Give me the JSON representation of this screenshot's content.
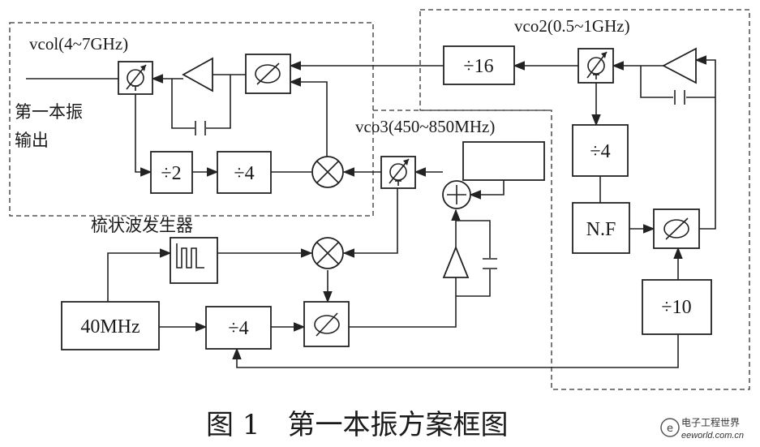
{
  "labels": {
    "vco1": "vcol(4~7GHz)",
    "vco2": "vco2(0.5~1GHz)",
    "vco3": "vco3(450~850MHz)",
    "lo_output_line1": "第一本振",
    "lo_output_line2": "输出",
    "comb_generator": "梳状波发生器"
  },
  "blocks": {
    "div16": "÷16",
    "div2": "÷2",
    "div4_vco1": "÷4",
    "div4_vco2": "÷4",
    "div4_ref": "÷4",
    "div10": "÷10",
    "nf": "N.F",
    "ref_osc": "40MHz"
  },
  "caption": "图 1　第一本振方案框图",
  "watermark": {
    "brand": "电子工程世界",
    "url": "eeworld.com.cn"
  }
}
